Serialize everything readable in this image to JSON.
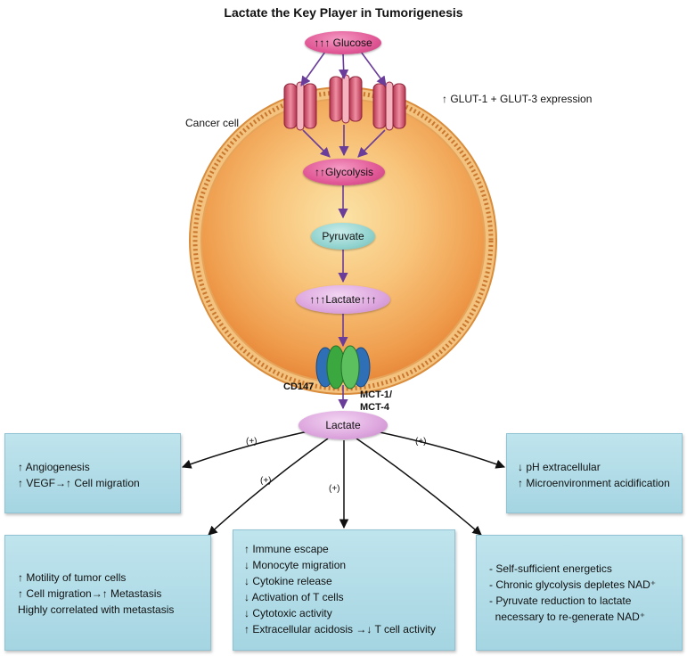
{
  "title": "Lactate the Key Player in Tumorigenesis",
  "labels": {
    "cancer_cell": "Cancer cell",
    "glut": "↑ GLUT-1 + GLUT-3 expression",
    "cd147": "CD147",
    "mct_line1": "MCT-1/",
    "mct_line2": "MCT-4"
  },
  "nodes": {
    "glucose": "↑↑↑ Glucose",
    "glycolysis": "↑↑Glycolysis",
    "pyruvate": "Pyruvate",
    "lactate_inner": "↑↑↑Lactate↑↑↑",
    "lactate_outer": "Lactate"
  },
  "plus": [
    "(+)",
    "(+)",
    "(+)",
    "(+)"
  ],
  "boxes": {
    "angiogenesis": [
      "↑ Angiogenesis",
      "↑ VEGF→↑ Cell migration"
    ],
    "ph": [
      "↓ pH extracellular",
      "↑ Microenvironment acidification"
    ],
    "motility": [
      "↑ Motility of tumor cells",
      "↑ Cell migration→↑ Metastasis",
      "Highly correlated with metastasis"
    ],
    "immune": [
      "↑ Immune escape",
      "↓ Monocyte migration",
      "↓ Cytokine release",
      "↓ Activation of T cells",
      "↓ Cytotoxic activity",
      "↑ Extracellular acidosis →↓ T cell activity"
    ],
    "energetics": [
      "- Self-sufficient energetics",
      "- Chronic glycolysis depletes NAD⁺",
      "- Pyruvate reduction to lactate",
      "  necessary to re-generate NAD⁺"
    ]
  },
  "colors": {
    "membrane": "#e9a85a",
    "cytoplasm": "#f6b36a",
    "arrow": "#6a3d9a",
    "box": "#b4dce8",
    "glut": "#d9536f",
    "mct_blue": "#2e6fb5",
    "mct_green": "#3aa83e"
  }
}
